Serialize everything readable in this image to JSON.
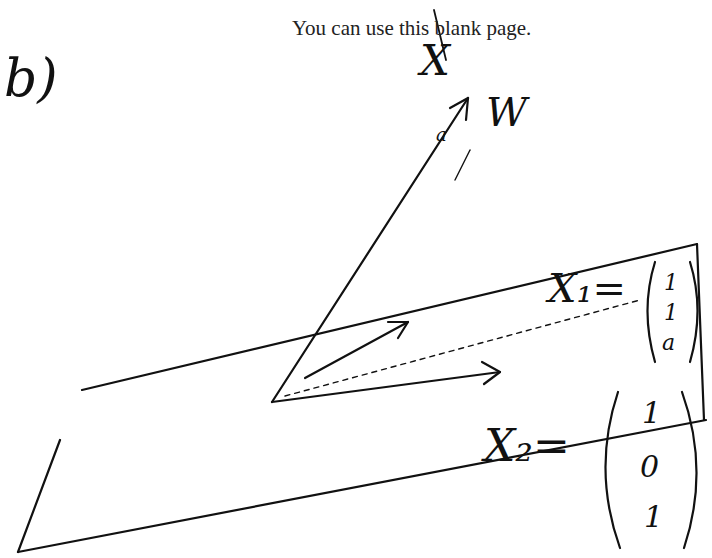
{
  "diagram": {
    "labels": [
      "You can use this blank page.",
      "b)",
      "X",
      "W",
      "a",
      "X₁=",
      "1",
      "1",
      "a",
      "X₂=",
      "1",
      "0",
      "1"
    ]
  }
}
